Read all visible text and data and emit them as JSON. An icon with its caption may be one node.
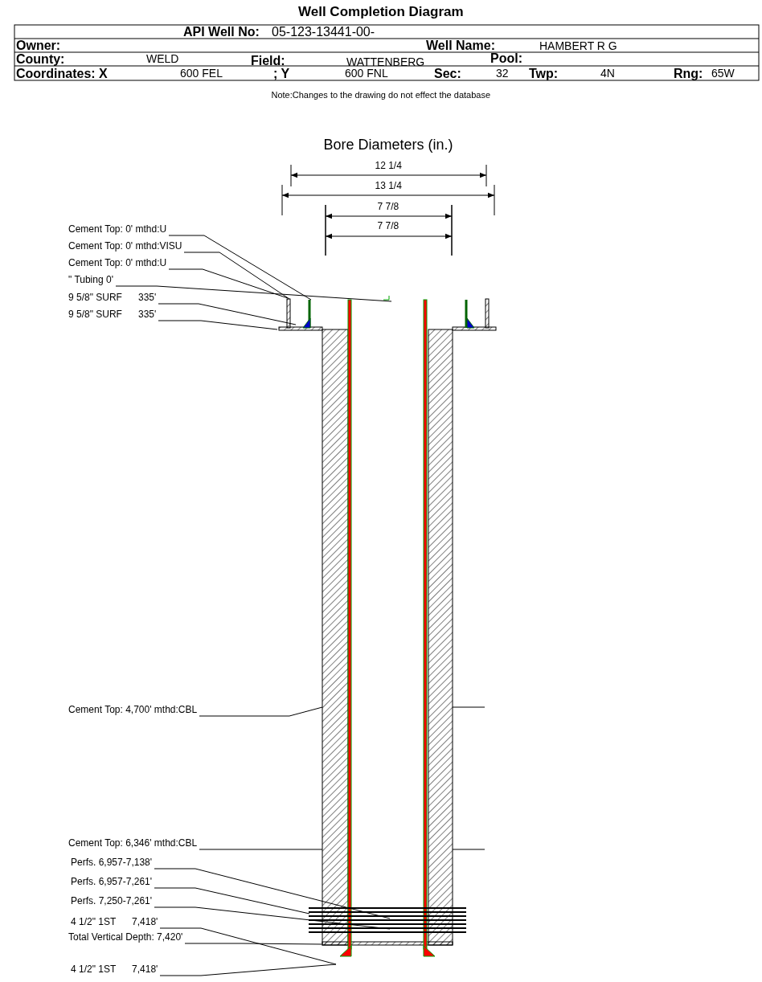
{
  "diagram": {
    "title": "Well Completion Diagram",
    "nodes": [
      {
        "text": [
          "Cement Top: 0' mthd:U"
        ]
      },
      {
        "text": [
          "Cement Top: 0' mthd:VISU"
        ]
      },
      {
        "text": [
          "Cement Top: 0' mthd:U"
        ]
      },
      {
        "text": [
          "\" Tubing 0'"
        ]
      },
      {
        "text": [
          "9 5/8\" SURF      335'"
        ]
      },
      {
        "text": [
          "9 5/8\" SURF      335'"
        ]
      },
      {
        "text": [
          "Cement Top: 4,700' mthd:CBL"
        ]
      },
      {
        "text": [
          "Cement Top: 6,346' mthd:CBL"
        ]
      },
      {
        "text": [
          "Perfs. 6,957-7,138'"
        ]
      },
      {
        "text": [
          "Perfs. 6,957-7,261'"
        ]
      },
      {
        "text": [
          "Perfs. 7,250-7,261'"
        ]
      },
      {
        "text": [
          "4 1/2\" 1ST      7,418'"
        ]
      },
      {
        "text": [
          "Total Vertical Depth: 7,420'"
        ]
      },
      {
        "text": [
          "4 1/2\" 1ST      7,418'"
        ]
      }
    ],
    "edges": [
      {
        "from": 0,
        "to": null,
        "arrow": "none"
      },
      {
        "from": 1,
        "to": null,
        "arrow": "none"
      },
      {
        "from": 2,
        "to": null,
        "arrow": "none"
      },
      {
        "from": 3,
        "to": null,
        "arrow": "none"
      },
      {
        "from": 4,
        "to": null,
        "arrow": "none"
      },
      {
        "from": 5,
        "to": null,
        "arrow": "none"
      },
      {
        "from": 6,
        "to": null,
        "arrow": "none"
      },
      {
        "from": 7,
        "to": null,
        "arrow": "none"
      },
      {
        "from": 8,
        "to": null,
        "arrow": "none"
      },
      {
        "from": 9,
        "to": null,
        "arrow": "none"
      },
      {
        "from": 10,
        "to": null,
        "arrow": "none"
      },
      {
        "from": 11,
        "to": null,
        "arrow": "none"
      },
      {
        "from": 12,
        "to": null,
        "arrow": "none"
      },
      {
        "from": 13,
        "to": null,
        "arrow": "none"
      }
    ],
    "labels": [
      "API Well No:",
      "05-123-13441-00-",
      "Owner:",
      "Well Name:",
      "HAMBERT R G",
      "County:",
      "WELD",
      "Field:",
      "WATTENBERG",
      "Pool:",
      "Coordinates: X",
      "600 FEL",
      "; Y",
      "600 FNL",
      "Sec:",
      "32",
      "Twp:",
      "4N",
      "Rng:",
      "65W",
      "Note:Changes to the drawing do not effect the database",
      "Bore Diameters (in.)",
      "12 1/4",
      "13 1/4",
      "7 7/8",
      "7 7/8"
    ]
  }
}
